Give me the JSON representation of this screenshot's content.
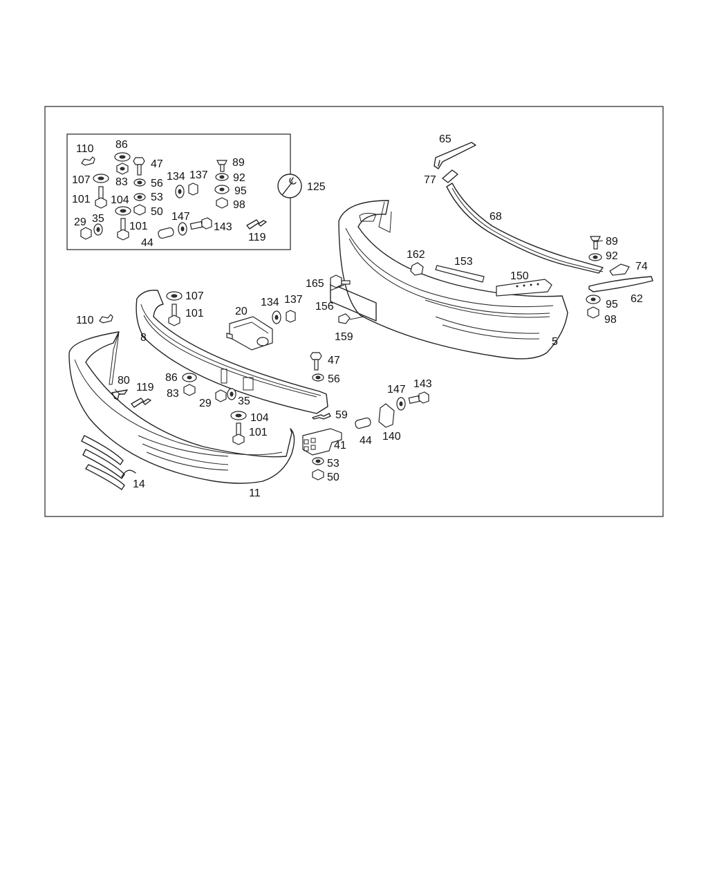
{
  "colors": {
    "line": "#222222",
    "text": "#111111",
    "background": "#ffffff"
  },
  "icons": {
    "tool_symbol": "wrench-icon"
  },
  "labels": {
    "l110a": "110",
    "l86a": "86",
    "l47a": "47",
    "l107a": "107",
    "l83a": "83",
    "l56a": "56",
    "l134a": "134",
    "l137a": "137",
    "l89a": "89",
    "l92a": "92",
    "l95a": "95",
    "l98a": "98",
    "l101a": "101",
    "l104a": "104",
    "l53a": "53",
    "l50a": "50",
    "l29a": "29",
    "l35a": "35",
    "l101b": "101",
    "l147a": "147",
    "l143a": "143",
    "l44a": "44",
    "l119a": "119",
    "l125": "125",
    "l65": "65",
    "l77": "77",
    "l68": "68",
    "l89b": "89",
    "l92b": "92",
    "l74": "74",
    "l62": "62",
    "l95b": "95",
    "l98b": "98",
    "l162": "162",
    "l153": "153",
    "l150": "150",
    "l5": "5",
    "l165": "165",
    "l156": "156",
    "l159": "159",
    "l20": "20",
    "l134b": "134",
    "l137b": "137",
    "l107b": "107",
    "l101c": "101",
    "l8": "8",
    "l110b": "110",
    "l47b": "47",
    "l56b": "56",
    "l80": "80",
    "l119b": "119",
    "l86b": "86",
    "l83b": "83",
    "l29b": "29",
    "l35b": "35",
    "l104b": "104",
    "l101d": "101",
    "l59": "59",
    "l147b": "147",
    "l143b": "143",
    "l41": "41",
    "l44b": "44",
    "l140": "140",
    "l53b": "53",
    "l50b": "50",
    "l14": "14",
    "l11": "11"
  }
}
